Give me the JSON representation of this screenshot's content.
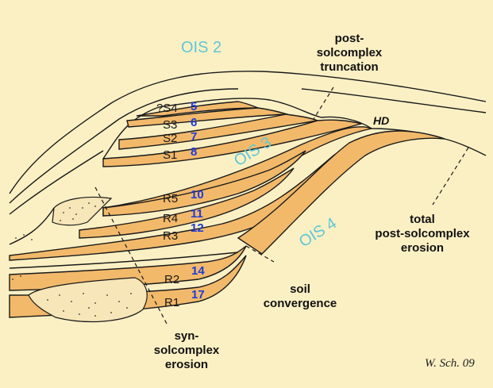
{
  "ois_labels": {
    "ois2": "OIS 2",
    "ois3": "OIS 3",
    "ois4": "OIS 4"
  },
  "soils": {
    "s4": {
      "name": "?S4",
      "num": "5"
    },
    "s3": {
      "name": "S3",
      "num": "6"
    },
    "s2": {
      "name": "S2",
      "num": "7"
    },
    "s1": {
      "name": "S1",
      "num": "8"
    },
    "r5": {
      "name": "R5",
      "num": "10"
    },
    "r4": {
      "name": "R4",
      "num": "11"
    },
    "r3": {
      "name": "R3",
      "num": "12"
    },
    "r2": {
      "name": "R2",
      "num": "14"
    },
    "r1": {
      "name": "R1",
      "num": "17"
    }
  },
  "hd": "HD",
  "annotations": {
    "truncation": [
      "post-",
      "solcomplex",
      "truncation"
    ],
    "total": [
      "total",
      "post-solcomplex",
      "erosion"
    ],
    "convergence": [
      "soil",
      "convergence"
    ],
    "syn": [
      "syn-",
      "solcomplex",
      "erosion"
    ]
  },
  "signature": "W. Sch. 09",
  "colors": {
    "background": "#fbf0c4",
    "soil": "#f2b96b",
    "ois": "#5fc6d8",
    "numbers": "#1f3bd8"
  }
}
